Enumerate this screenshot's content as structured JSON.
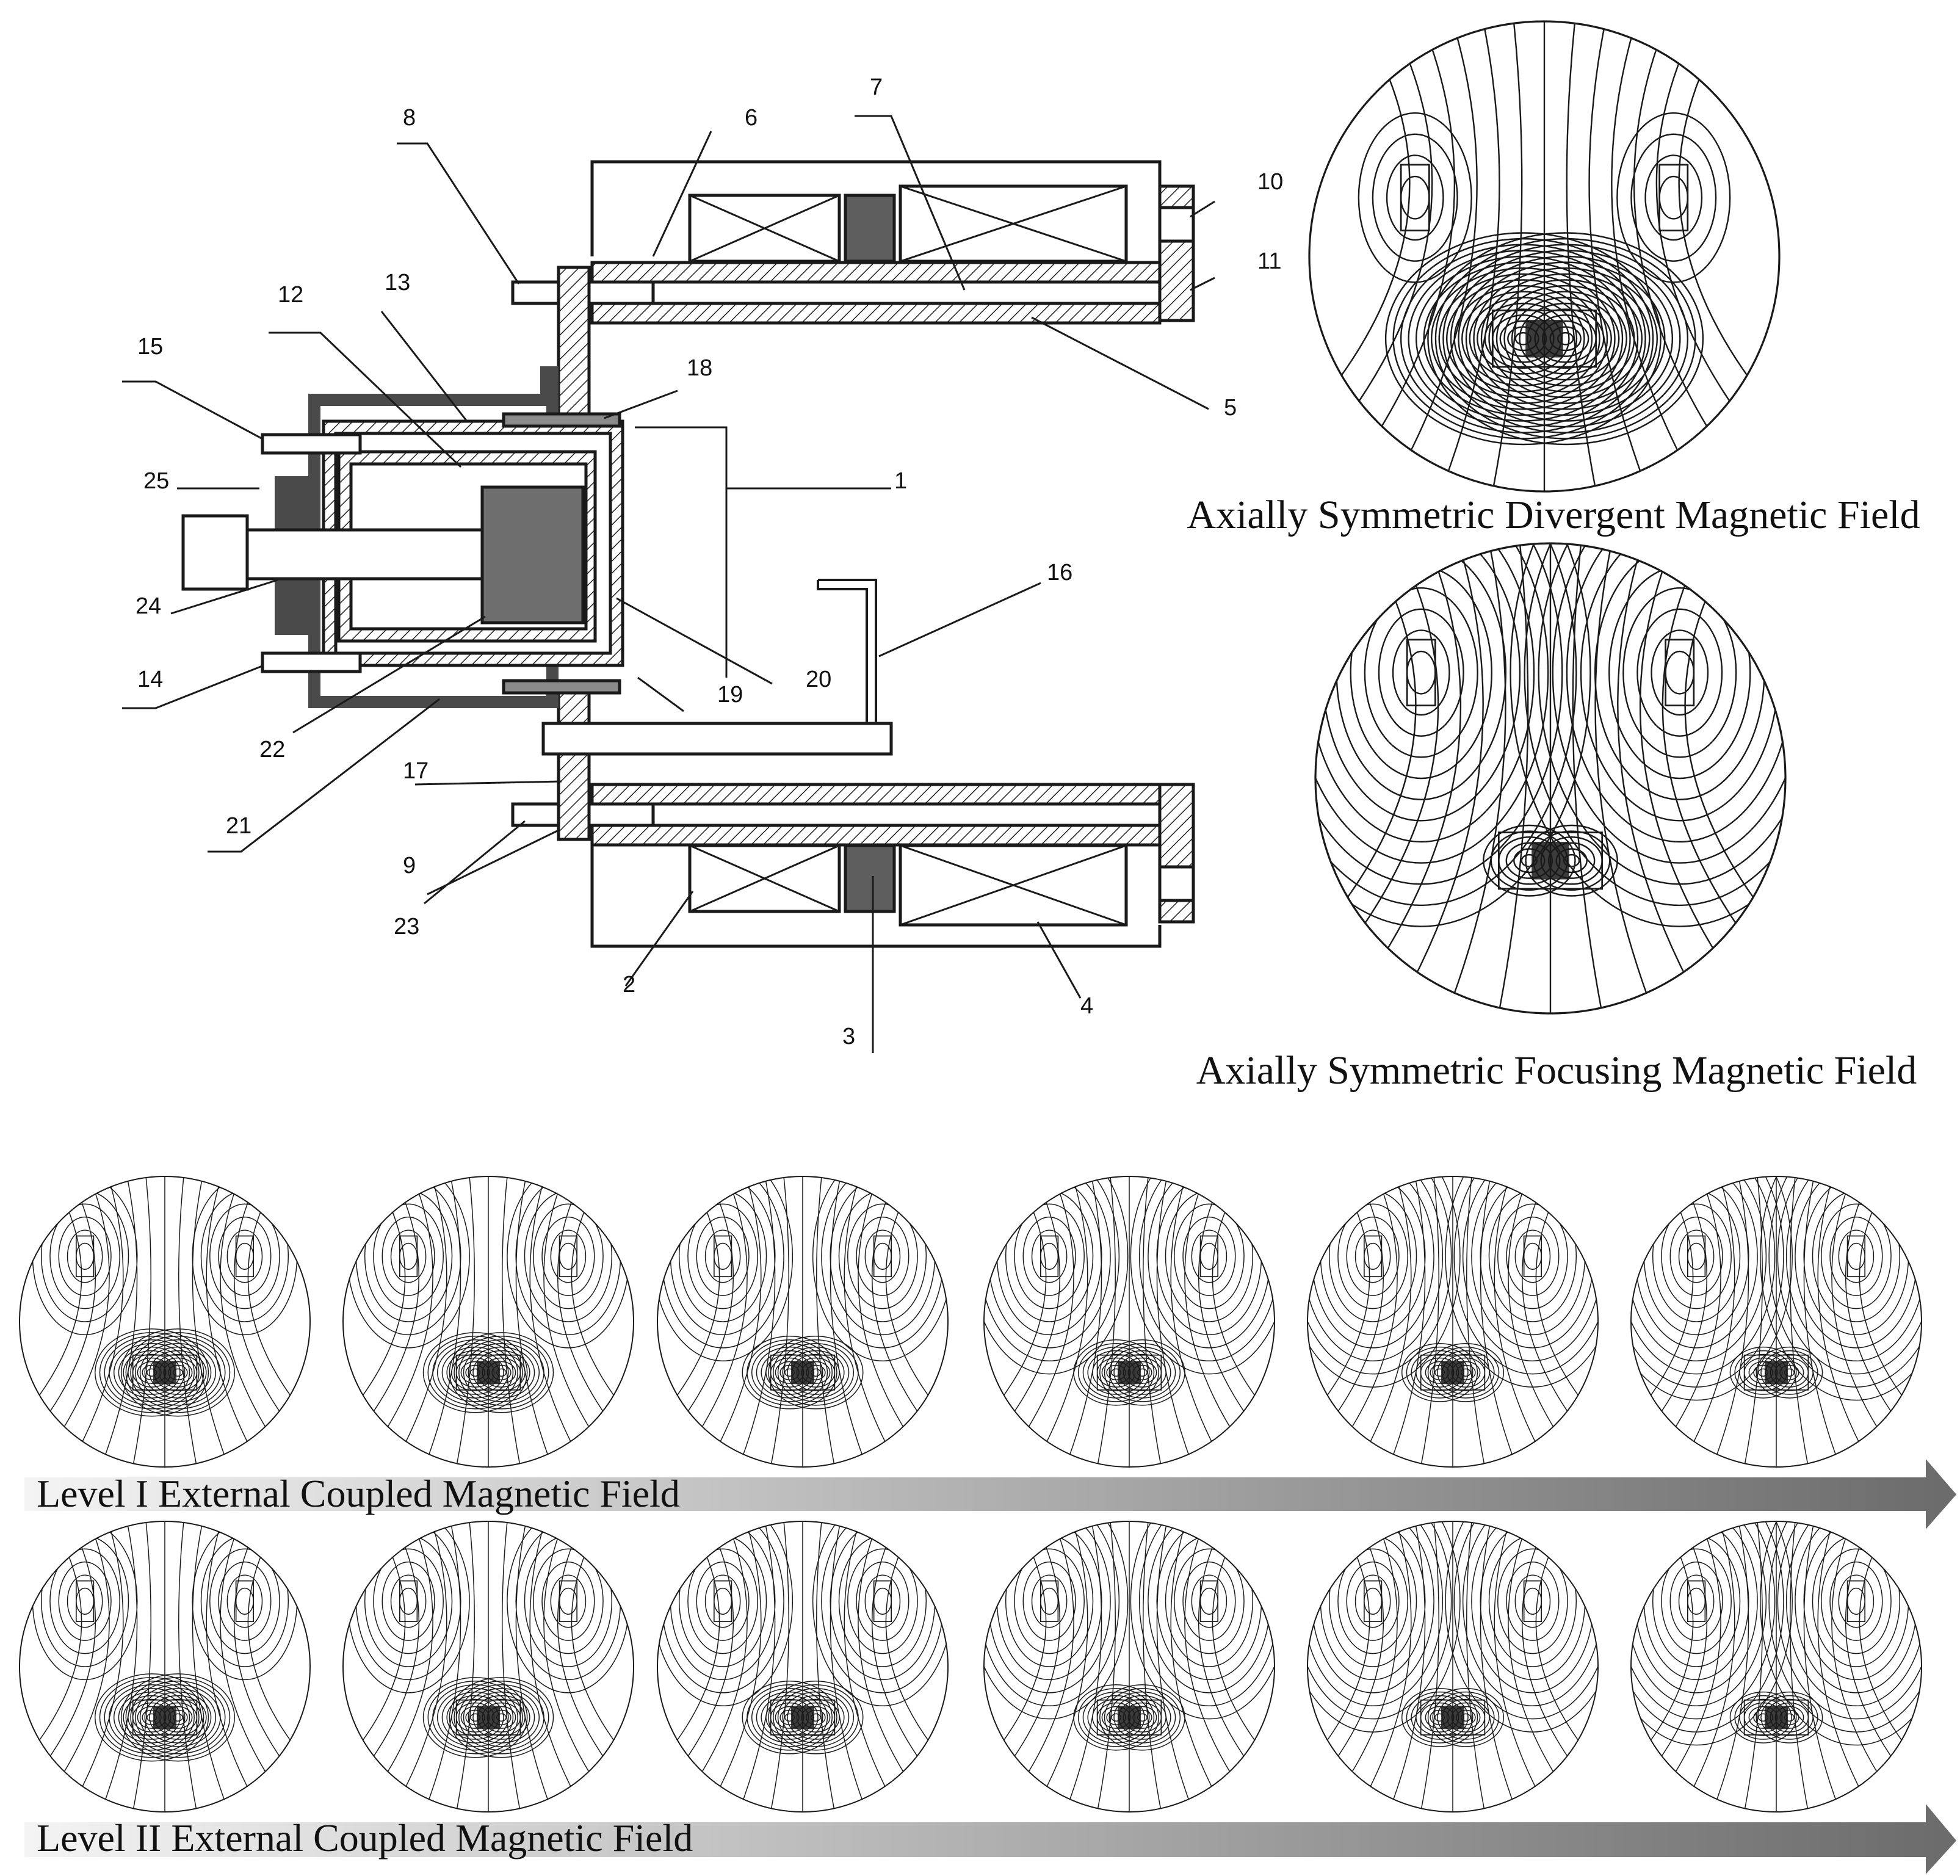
{
  "part_labels": [
    "1",
    "2",
    "3",
    "4",
    "5",
    "6",
    "7",
    "8",
    "9",
    "10",
    "11",
    "12",
    "13",
    "14",
    "15",
    "16",
    "17",
    "18",
    "19",
    "20",
    "21",
    "22",
    "23",
    "24",
    "25"
  ],
  "captions": {
    "divergent": "Axially Symmetric Divergent Magnetic Field",
    "focusing": "Axially Symmetric Focusing Magnetic Field",
    "level1": "Level I External Coupled Magnetic Field",
    "level2": "Level II External Coupled Magnetic Field"
  },
  "colors": {
    "line": "#1a1a1a",
    "dark_fill": "#4a4a4a",
    "magnet_fill": "#5e5e5e",
    "arrow_start": "#f4f4f4",
    "arrow_end": "#6b6b6b"
  },
  "field_sequences": {
    "level1_count": 6,
    "level2_count": 6
  }
}
